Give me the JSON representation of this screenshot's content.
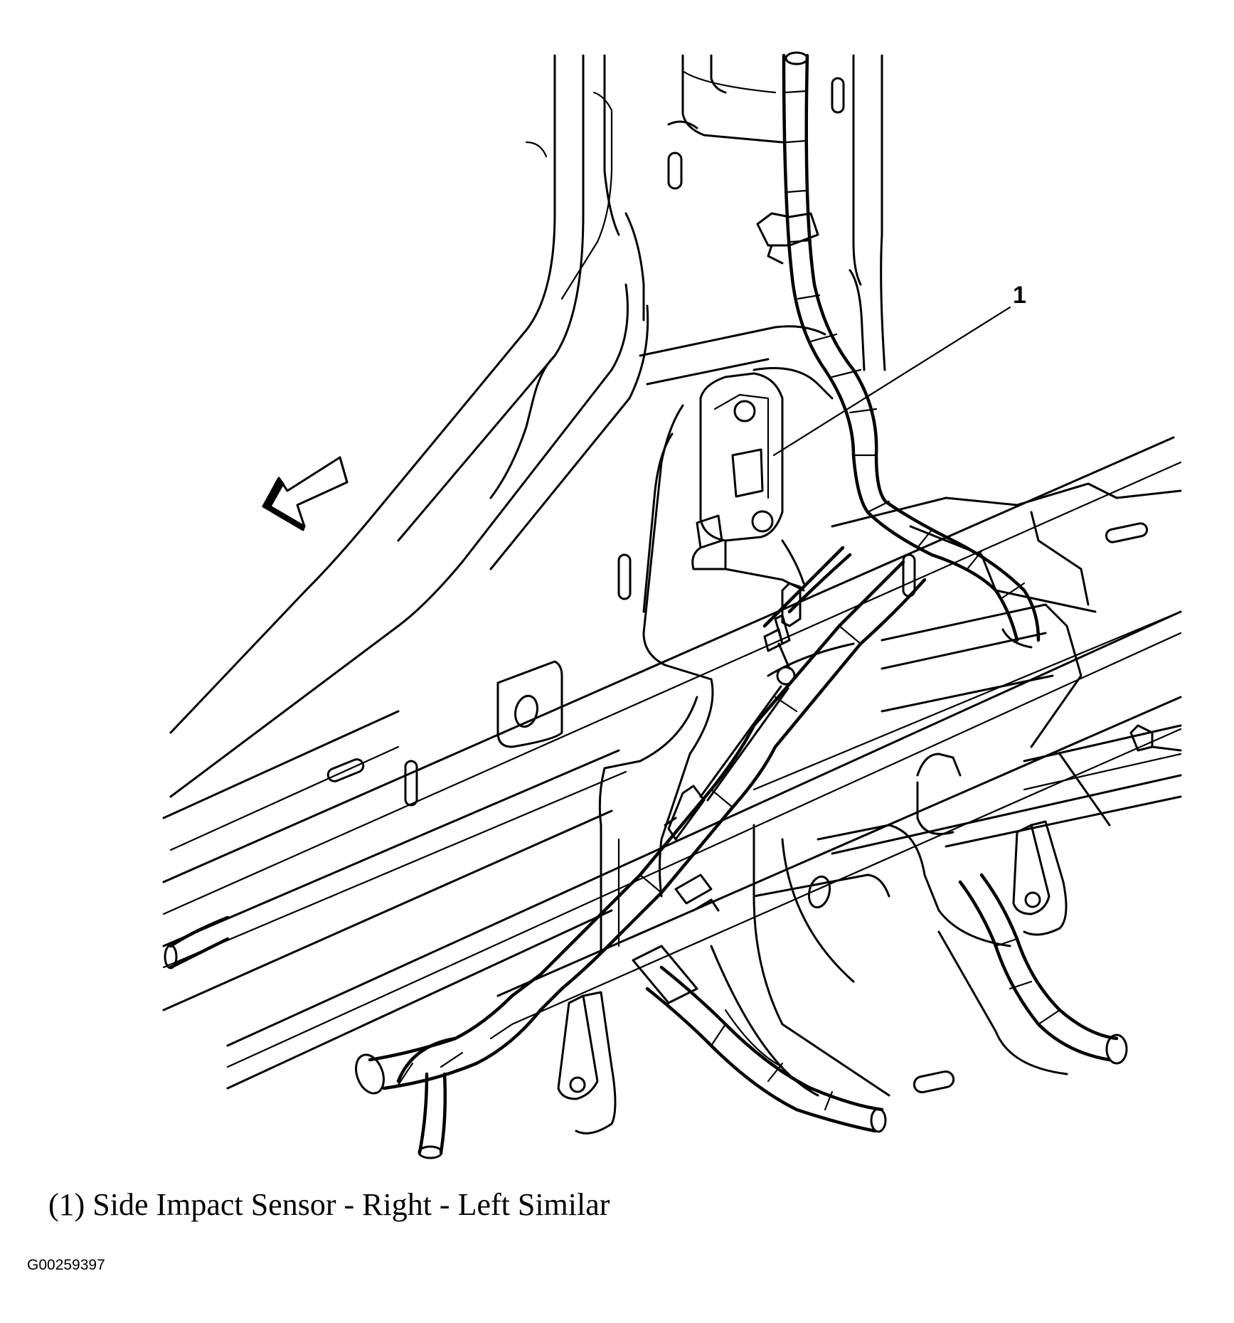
{
  "callout": {
    "number": "1"
  },
  "caption": {
    "text": "(1) Side Impact Sensor - Right - Left Similar"
  },
  "figure": {
    "id": "G00259397"
  },
  "icons": {
    "direction_arrow": "forward-arrow-icon"
  }
}
